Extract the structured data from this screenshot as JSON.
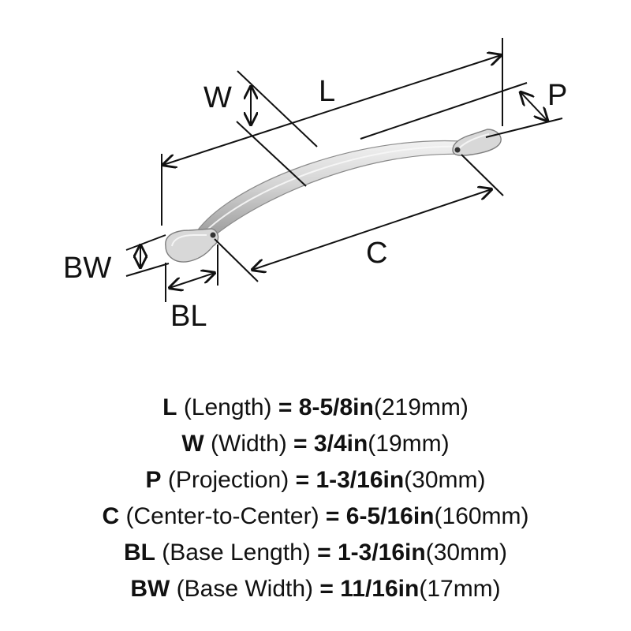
{
  "diagram": {
    "labels": {
      "length": "L",
      "width": "W",
      "projection": "P",
      "center_to_center": "C",
      "base_length": "BL",
      "base_width": "BW"
    },
    "colors": {
      "line": "#111111",
      "metal_light": "#e6e6e6",
      "metal_mid": "#c9c9c9",
      "metal_dark": "#8c8c8c"
    }
  },
  "specs": [
    {
      "code": "L",
      "name": "(Length)",
      "eq": "=",
      "imperial": "8-5/8in",
      "metric": "(219mm)"
    },
    {
      "code": "W",
      "name": "(Width)",
      "eq": "=",
      "imperial": "3/4in",
      "metric": "(19mm)"
    },
    {
      "code": "P",
      "name": "(Projection)",
      "eq": "=",
      "imperial": "1-3/16in",
      "metric": "(30mm)"
    },
    {
      "code": "C",
      "name": "(Center-to-Center)",
      "eq": "=",
      "imperial": "6-5/16in",
      "metric": "(160mm)"
    },
    {
      "code": "BL",
      "name": "(Base Length)",
      "eq": "=",
      "imperial": "1-3/16in",
      "metric": "(30mm)"
    },
    {
      "code": "BW",
      "name": "(Base Width)",
      "eq": "=",
      "imperial": "11/16in",
      "metric": "(17mm)"
    }
  ]
}
